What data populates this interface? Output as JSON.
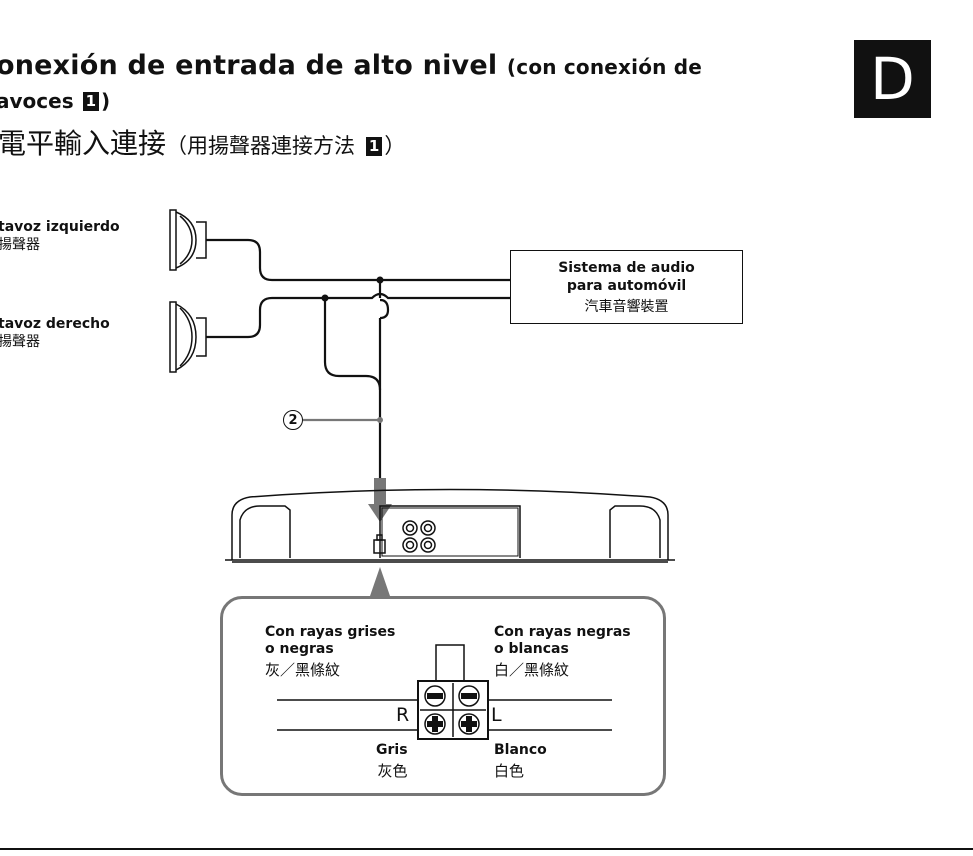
{
  "heading": {
    "line1_main": "onexión de entrada de alto nivel",
    "line1_paren": "(con conexión de",
    "line2_text": "avoces",
    "line2_num": "1",
    "line2_close": ")",
    "line3_main": "電平輸入連接",
    "line3_paren": "（用揚聲器連接方法",
    "line3_num": "1",
    "line3_close": "）"
  },
  "section_badge": "D",
  "speakers": {
    "left_es": "tavoz izquierdo",
    "left_cn": "揚聲器",
    "right_es": "tavoz derecho",
    "right_cn": "揚聲器"
  },
  "car_audio": {
    "line1": "Sistema de audio",
    "line2": "para automóvil",
    "cn": "汽車音響裝置"
  },
  "callout_number": "2",
  "connector": {
    "top_left_es1": "Con rayas grises",
    "top_left_es2": "o negras",
    "top_left_cn": "灰／黑條紋",
    "top_right_es1": "Con rayas negras",
    "top_right_es2": "o blancas",
    "top_right_cn": "白／黑條紋",
    "bottom_left_es": "Gris",
    "bottom_left_cn": "灰色",
    "bottom_right_es": "Blanco",
    "bottom_right_cn": "白色",
    "r_label": "R",
    "l_label": "L"
  }
}
